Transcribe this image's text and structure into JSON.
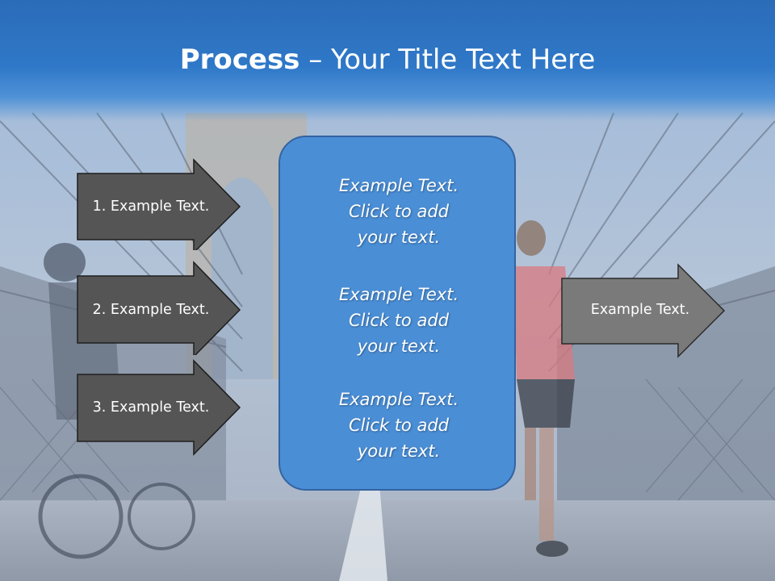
{
  "slide": {
    "title_bold": "Process",
    "title_rest": " – Your Title Text Here",
    "left_arrows": [
      {
        "label": "1. Example Text."
      },
      {
        "label": "2. Example Text."
      },
      {
        "label": "3. Example Text."
      }
    ],
    "right_arrow": {
      "label": "Example Text."
    },
    "center_blocks": [
      {
        "lines": [
          "Example Text.",
          "Click  to add",
          "your text."
        ]
      },
      {
        "lines": [
          "Example Text.",
          "Click  to add",
          "your text."
        ]
      },
      {
        "lines": [
          "Example Text.",
          "Click  to add",
          "your text."
        ]
      }
    ]
  },
  "colors": {
    "title_bar": "#2f78c8",
    "dark_arrow": "#555555",
    "right_arrow": "#7a7a7a",
    "center_box": "#4a8ed6"
  }
}
